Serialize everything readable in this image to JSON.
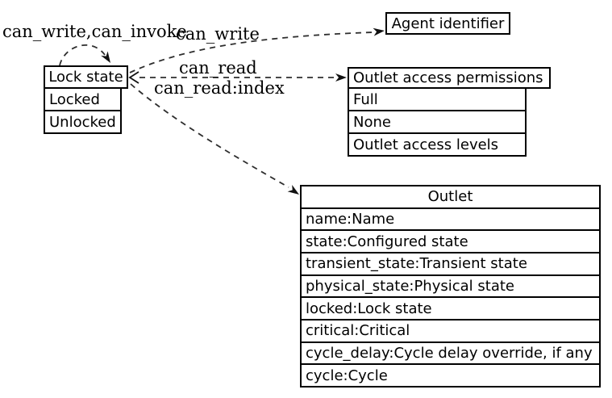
{
  "nodes": {
    "lock_state": {
      "title": "Lock state",
      "values": [
        "Locked",
        "Unlocked"
      ]
    },
    "agent_identifier": {
      "title": "Agent identifier"
    },
    "outlet_access_permissions": {
      "title": "Outlet access permissions",
      "values": [
        "Full",
        "None",
        "Outlet access levels"
      ]
    },
    "outlet": {
      "title": "Outlet",
      "fields": [
        "name:Name",
        "state:Configured state",
        "transient_state:Transient state",
        "physical_state:Physical state",
        "locked:Lock state",
        "critical:Critical",
        "cycle_delay:Cycle delay override, if any",
        "cycle:Cycle"
      ]
    }
  },
  "edges": {
    "self_loop_label": "can_write,can_invoke",
    "can_write_label": "can_write",
    "can_read_label": "can_read",
    "can_read_index_label": "can_read:index"
  },
  "colors": {
    "border": "#000000",
    "edge_stroke": "#2e2e2e",
    "background": "#ffffff",
    "text": "#000000"
  }
}
